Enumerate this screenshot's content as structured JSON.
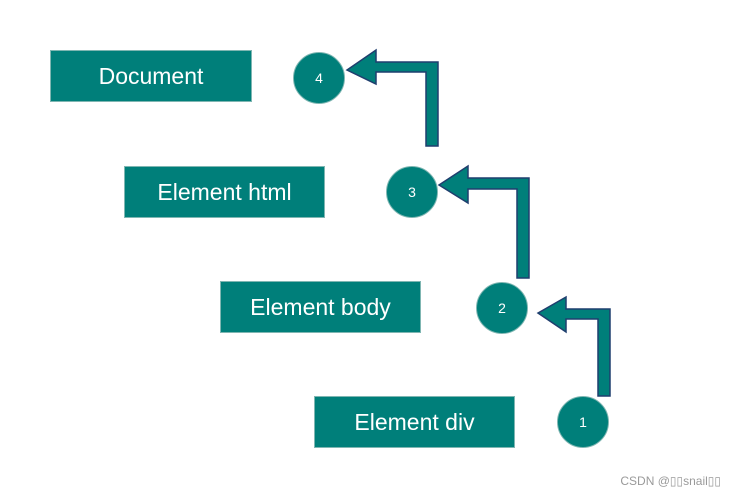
{
  "boxes": {
    "document": "Document",
    "html": "Element html",
    "body": "Element body",
    "div": "Element div"
  },
  "steps": [
    "1",
    "2",
    "3",
    "4"
  ],
  "colors": {
    "node_fill": "#007f7a",
    "arrow_fill": "#007f7a",
    "arrow_stroke": "#1f3e6e"
  },
  "watermark": "CSDN @▯▯snail▯▯"
}
